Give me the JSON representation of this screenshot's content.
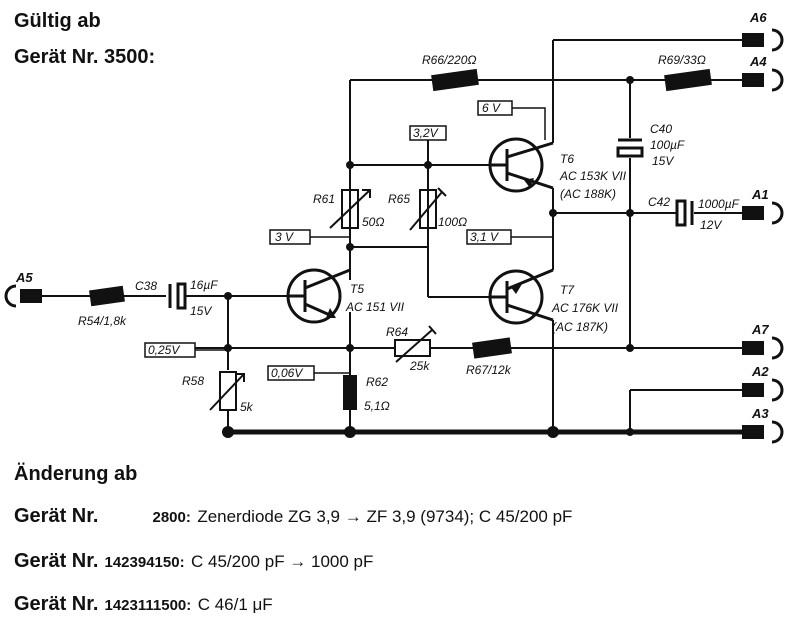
{
  "header": {
    "line1": "Gültig ab",
    "line2": "Gerät Nr. 3500:"
  },
  "terminals": {
    "a1": "A1",
    "a2": "A2",
    "a3": "A3",
    "a4": "A4",
    "a5": "A5",
    "a6": "A6",
    "a7": "A7"
  },
  "components": {
    "r66": "R66/220Ω",
    "r69": "R69/33Ω",
    "r61": "R61",
    "r61_val": "50Ω",
    "r65": "R65",
    "r65_val": "100Ω",
    "r54": "R54/1,8k",
    "c38": "C38",
    "c38_val1": "16µF",
    "c38_val2": "15V",
    "r58": "R58",
    "r58_val": "5k",
    "r62": "R62",
    "r62_val": "5,1Ω",
    "r64": "R64",
    "r64_val": "25k",
    "r67": "R67/12k",
    "c40": "C40",
    "c40_val1": "100µF",
    "c40_val2": "15V",
    "c42": "C42",
    "c42_val1": "1000µF",
    "c42_val2": "12V",
    "t5": "T5",
    "t5_type": "AC 151 VII",
    "t6": "T6",
    "t6_type": "AC 153K VII",
    "t6_alt": "(AC 188K)",
    "t7": "T7",
    "t7_type": "AC 176K VII",
    "t7_alt": "(AC 187K)"
  },
  "voltages": {
    "v6": "6 V",
    "v32": "3,2V",
    "v3": "3 V",
    "v31": "3,1 V",
    "v025": "0,25V",
    "v006": "0,06V"
  },
  "changes": {
    "title": "Änderung ab",
    "rows": [
      {
        "label": "Gerät Nr.",
        "number": "2800:",
        "text": "Zenerdiode ZG 3,9 → ZF 3,9 (9734); C 45/200 pF"
      },
      {
        "label": "Gerät Nr.",
        "number": "142394150:",
        "text": "C 45/200 pF → 1000 pF"
      },
      {
        "label": "Gerät Nr.",
        "number": "1423111500:",
        "text": "C 46/1 μF"
      }
    ]
  }
}
